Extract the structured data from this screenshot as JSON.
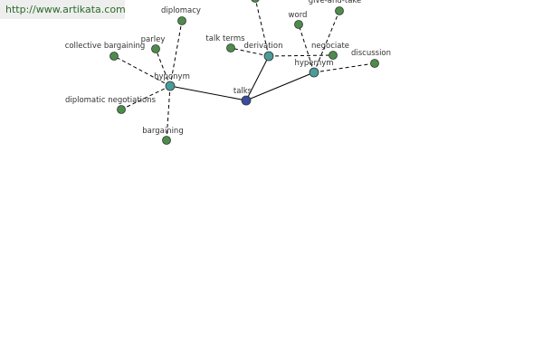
{
  "watermark": "http://www.artikata.com",
  "colors": {
    "center_node": "#3b4ba0",
    "relation_node": "#4d9a9a",
    "leaf_node": "#4f8a4f",
    "node_stroke": "#2a3a2a",
    "edge": "#000000"
  },
  "graph": {
    "nodes": [
      {
        "id": "talks",
        "label": "talks",
        "kind": "center"
      },
      {
        "id": "hyponym",
        "label": "hyponym",
        "kind": "relation"
      },
      {
        "id": "derivation",
        "label": "derivation",
        "kind": "relation"
      },
      {
        "id": "hypernym",
        "label": "hypernym",
        "kind": "relation"
      },
      {
        "id": "diplomacy",
        "label": "diplomacy",
        "kind": "leaf"
      },
      {
        "id": "parley",
        "label": "parley",
        "kind": "leaf"
      },
      {
        "id": "collective-bargaining",
        "label": "collective bargaining",
        "kind": "leaf"
      },
      {
        "id": "diplomatic-negotiations",
        "label": "diplomatic negotiations",
        "kind": "leaf"
      },
      {
        "id": "bargaining",
        "label": "bargaining",
        "kind": "leaf"
      },
      {
        "id": "talk-terms",
        "label": "talk terms",
        "kind": "leaf"
      },
      {
        "id": "top-cut",
        "label": "",
        "kind": "leaf"
      },
      {
        "id": "word",
        "label": "word",
        "kind": "leaf"
      },
      {
        "id": "give-and-take",
        "label": "give-and-take",
        "kind": "leaf"
      },
      {
        "id": "negociate",
        "label": "negociate",
        "kind": "leaf"
      },
      {
        "id": "discussion",
        "label": "discussion",
        "kind": "leaf"
      }
    ],
    "edges": [
      {
        "from": "talks",
        "to": "hyponym",
        "style": "solid"
      },
      {
        "from": "talks",
        "to": "derivation",
        "style": "solid"
      },
      {
        "from": "talks",
        "to": "hypernym",
        "style": "solid"
      },
      {
        "from": "hyponym",
        "to": "diplomacy",
        "style": "dashed"
      },
      {
        "from": "hyponym",
        "to": "parley",
        "style": "dashed"
      },
      {
        "from": "hyponym",
        "to": "collective-bargaining",
        "style": "dashed"
      },
      {
        "from": "hyponym",
        "to": "diplomatic-negotiations",
        "style": "dashed"
      },
      {
        "from": "hyponym",
        "to": "bargaining",
        "style": "dashed"
      },
      {
        "from": "derivation",
        "to": "talk-terms",
        "style": "dashed"
      },
      {
        "from": "derivation",
        "to": "top-cut",
        "style": "dashed"
      },
      {
        "from": "derivation",
        "to": "negociate",
        "style": "dashed"
      },
      {
        "from": "hypernym",
        "to": "word",
        "style": "dashed"
      },
      {
        "from": "hypernym",
        "to": "give-and-take",
        "style": "dashed"
      },
      {
        "from": "hypernym",
        "to": "discussion",
        "style": "dashed"
      }
    ]
  }
}
